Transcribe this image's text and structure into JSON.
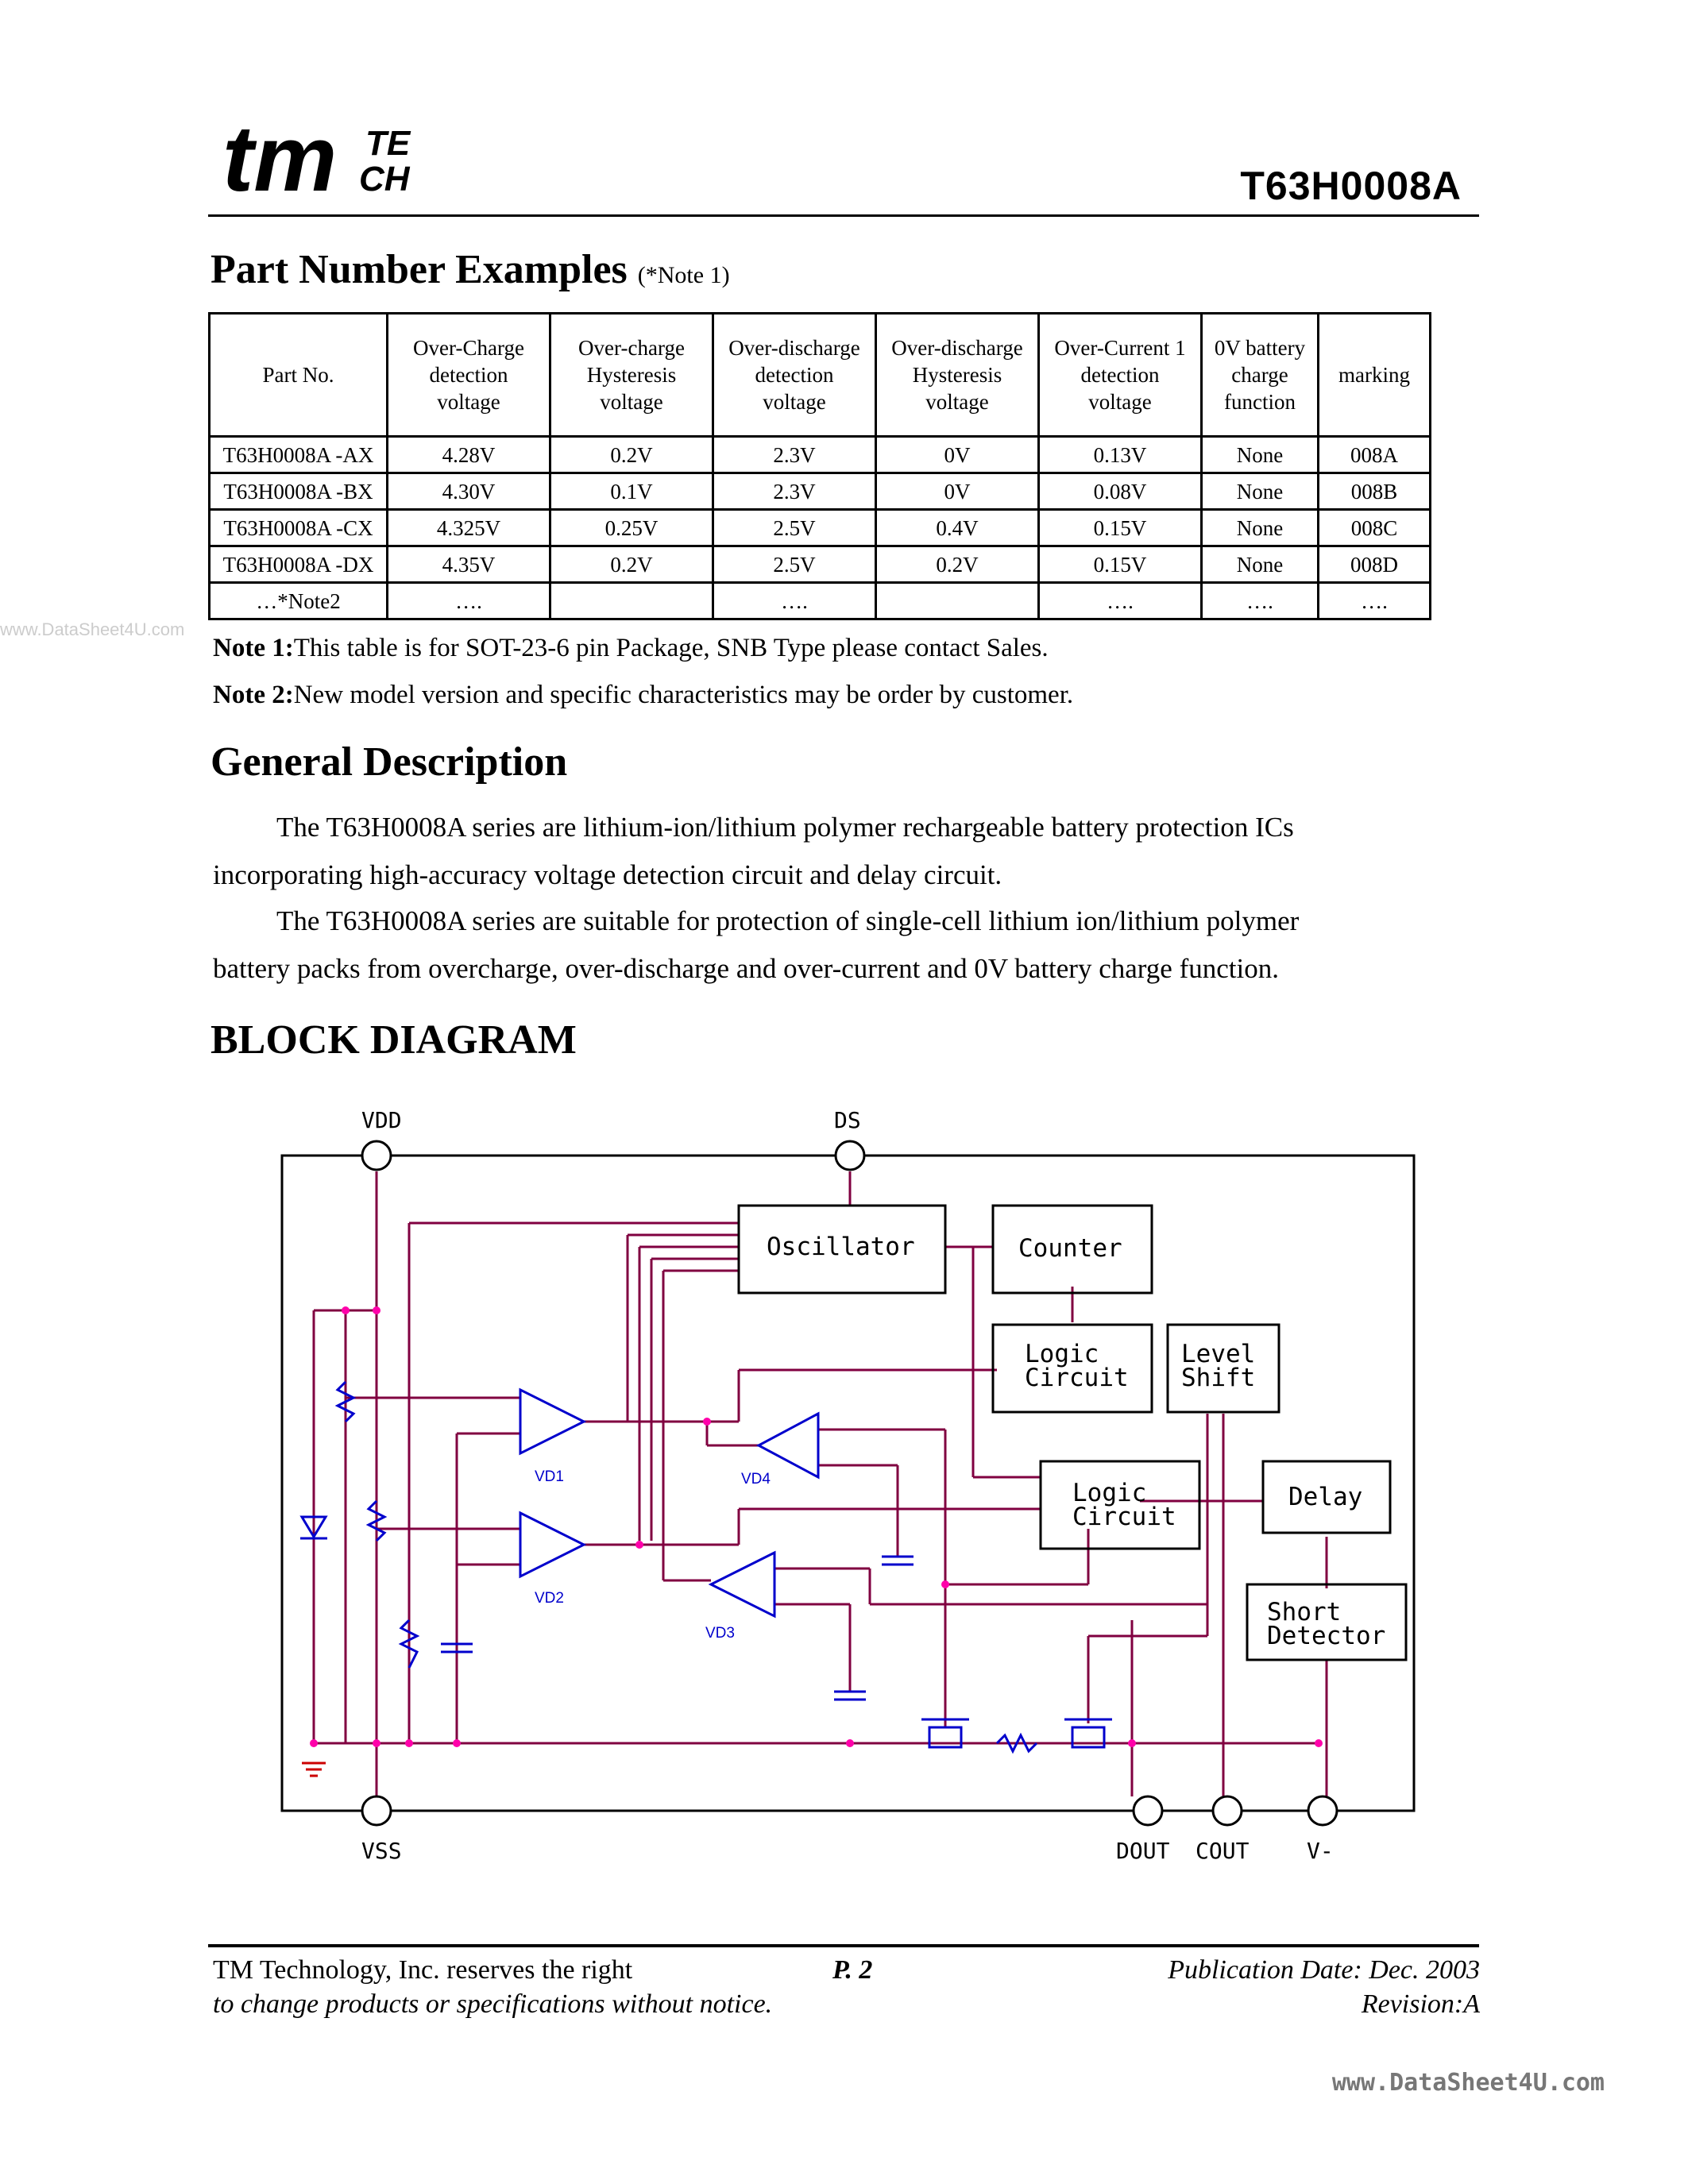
{
  "header": {
    "logo_main": "tm",
    "logo_sub_top": "TE",
    "logo_sub_bottom": "CH",
    "doc_number": "T63H0008A"
  },
  "part_section": {
    "title": "Part Number Examples",
    "title_note": "(*Note 1)",
    "columns": [
      [
        "Part No."
      ],
      [
        "Over-Charge",
        "detection",
        "voltage"
      ],
      [
        "Over-charge",
        "Hysteresis",
        "voltage"
      ],
      [
        "Over-discharge",
        "detection",
        "voltage"
      ],
      [
        "Over-discharge",
        "Hysteresis",
        "voltage"
      ],
      [
        "Over-Current 1",
        "detection",
        "voltage"
      ],
      [
        "0V battery",
        "charge",
        "function"
      ],
      [
        "marking"
      ]
    ],
    "rows": [
      [
        "T63H0008A -AX",
        "4.28V",
        "0.2V",
        "2.3V",
        "0V",
        "0.13V",
        "None",
        "008A"
      ],
      [
        "T63H0008A -BX",
        "4.30V",
        "0.1V",
        "2.3V",
        "0V",
        "0.08V",
        "None",
        "008B"
      ],
      [
        "T63H0008A -CX",
        "4.325V",
        "0.25V",
        "2.5V",
        "0.4V",
        "0.15V",
        "None",
        "008C"
      ],
      [
        "T63H0008A -DX",
        "4.35V",
        "0.2V",
        "2.5V",
        "0.2V",
        "0.15V",
        "None",
        "008D"
      ],
      [
        "…*Note2",
        "….",
        "",
        "….",
        "",
        "….",
        "….",
        "…."
      ]
    ],
    "note1_label": "Note 1:",
    "note1_text": "This table is for SOT-23-6 pin Package, SNB Type please contact Sales.",
    "note2_label": "Note 2:",
    "note2_text": "New model version and specific characteristics may be order by customer."
  },
  "watermark_left": "www.DataSheet4U.com",
  "general_description": {
    "title": "General Description",
    "p1_line1": "The T63H0008A series are lithium-ion/lithium polymer rechargeable battery protection ICs",
    "p1_line2": "incorporating high-accuracy voltage detection circuit and delay circuit.",
    "p2_line1": "The T63H0008A series are suitable for protection of single-cell lithium ion/lithium polymer",
    "p2_line2": "battery packs from overcharge, over-discharge and over-current and 0V battery charge function."
  },
  "block_diagram": {
    "title": "BLOCK DIAGRAM",
    "pins": {
      "vdd": "VDD",
      "ds": "DS",
      "vss": "VSS",
      "dout": "DOUT",
      "cout": "COUT",
      "vminus": "V-"
    },
    "blocks": {
      "oscillator": "Oscillator",
      "counter": "Counter",
      "logic1_line1": "Logic",
      "logic1_line2": "Circuit",
      "level_line1": "Level",
      "level_line2": "Shift",
      "logic2_line1": "Logic",
      "logic2_line2": "Circuit",
      "delay": "Delay",
      "short_line1": "Short",
      "short_line2": "Detector"
    },
    "comparators": [
      "VD1",
      "VD2",
      "VD3",
      "VD4"
    ],
    "colors": {
      "wire": "#800040",
      "component": "#0000cc",
      "node": "#ff00aa",
      "frame": "#000000"
    }
  },
  "footer": {
    "company_line1": "TM Technology, Inc. reserves the right",
    "company_line2": "to change products or specifications without notice.",
    "page": "P. 2",
    "pub_date": "Publication Date: Dec. 2003",
    "revision": "Revision:A"
  },
  "watermark_bottom": "www.DataSheet4U.com"
}
